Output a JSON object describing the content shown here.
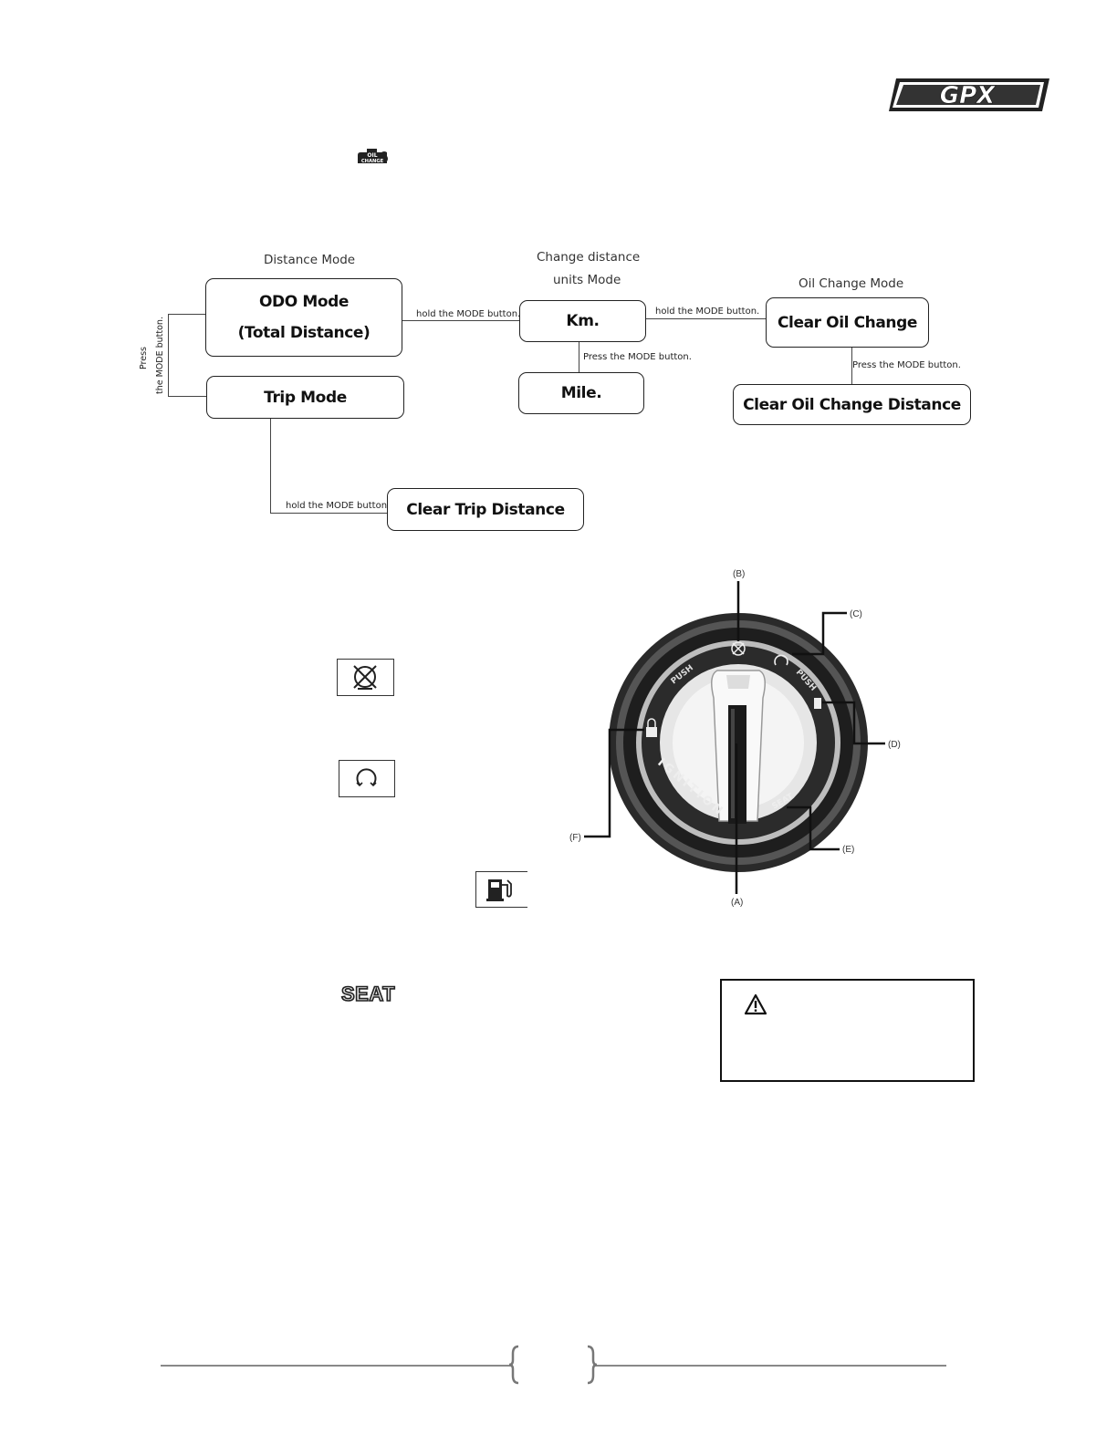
{
  "brand": {
    "logo_text": "GPX"
  },
  "oil_badge": {
    "line1": "OIL",
    "line2": "CHANGE"
  },
  "flowchart": {
    "headers": {
      "distance_mode": "Distance Mode",
      "units_mode_line1": "Change distance",
      "units_mode_line2": "units Mode",
      "oil_change_mode": "Oil Change Mode"
    },
    "boxes": {
      "odo_line1": "ODO Mode",
      "odo_line2": "(Total Distance)",
      "trip": "Trip Mode",
      "km": "Km.",
      "mile": "Mile.",
      "clear_oil": "Clear Oil Change",
      "clear_oil_distance": "Clear Oil Change Distance",
      "clear_trip": "Clear Trip Distance"
    },
    "edge_labels": {
      "hold1": "hold the MODE button.",
      "hold2": "hold the MODE button.",
      "hold3": "hold the MODE button.",
      "press1": "Press the MODE button.",
      "press2": "Press the MODE button.",
      "press_side_line1": "Press",
      "press_side_line2": "the MODE button."
    }
  },
  "ignition": {
    "callouts": [
      "(A)",
      "(B)",
      "(C)",
      "(D)",
      "(E)",
      "(F)"
    ],
    "ring_labels": {
      "push_left": "PUSH",
      "push_right": "PUSH",
      "ignition": "IGNITION",
      "seat": "SEAT"
    }
  },
  "seat_label": "SEAT",
  "icons": [
    "engine-off-icon",
    "power-on-icon",
    "fuel-icon",
    "warning-icon"
  ],
  "colors": {
    "ink": "#111111",
    "line": "#444444",
    "footer_line": "#888888"
  }
}
